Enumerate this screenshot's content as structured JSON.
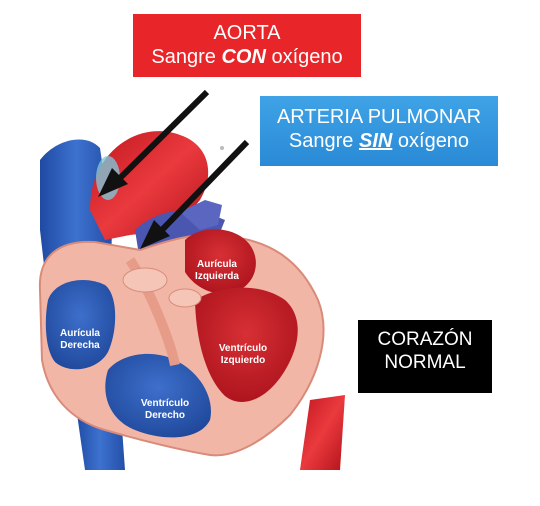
{
  "aorta": {
    "title": "AORTA",
    "line_prefix": "Sangre ",
    "line_emphasis": "CON",
    "line_suffix": " oxígeno"
  },
  "arteria_pulmonar": {
    "title": "ARTERIA PULMONAR",
    "line_prefix": "Sangre ",
    "line_emphasis": "SIN",
    "line_suffix": " oxígeno"
  },
  "corazon": {
    "line1": "CORAZÓN",
    "line2": "NORMAL"
  },
  "heart_labels": {
    "auricula_izquierda": [
      "Aurícula",
      "Izquierda"
    ],
    "auricula_derecha": [
      "Aurícula",
      "Derecha"
    ],
    "ventriculo_izquierdo": [
      "Ventrículo",
      "Izquierdo"
    ],
    "ventriculo_derecho": [
      "Ventrículo",
      "Derecho"
    ]
  },
  "colors": {
    "aorta_red": "#e8262a",
    "pulmonar_blue": "#2a8ad6",
    "oxygenated": "#d7202a",
    "deoxygenated": "#2e5fb8",
    "muscle": "#f2b6a6"
  }
}
